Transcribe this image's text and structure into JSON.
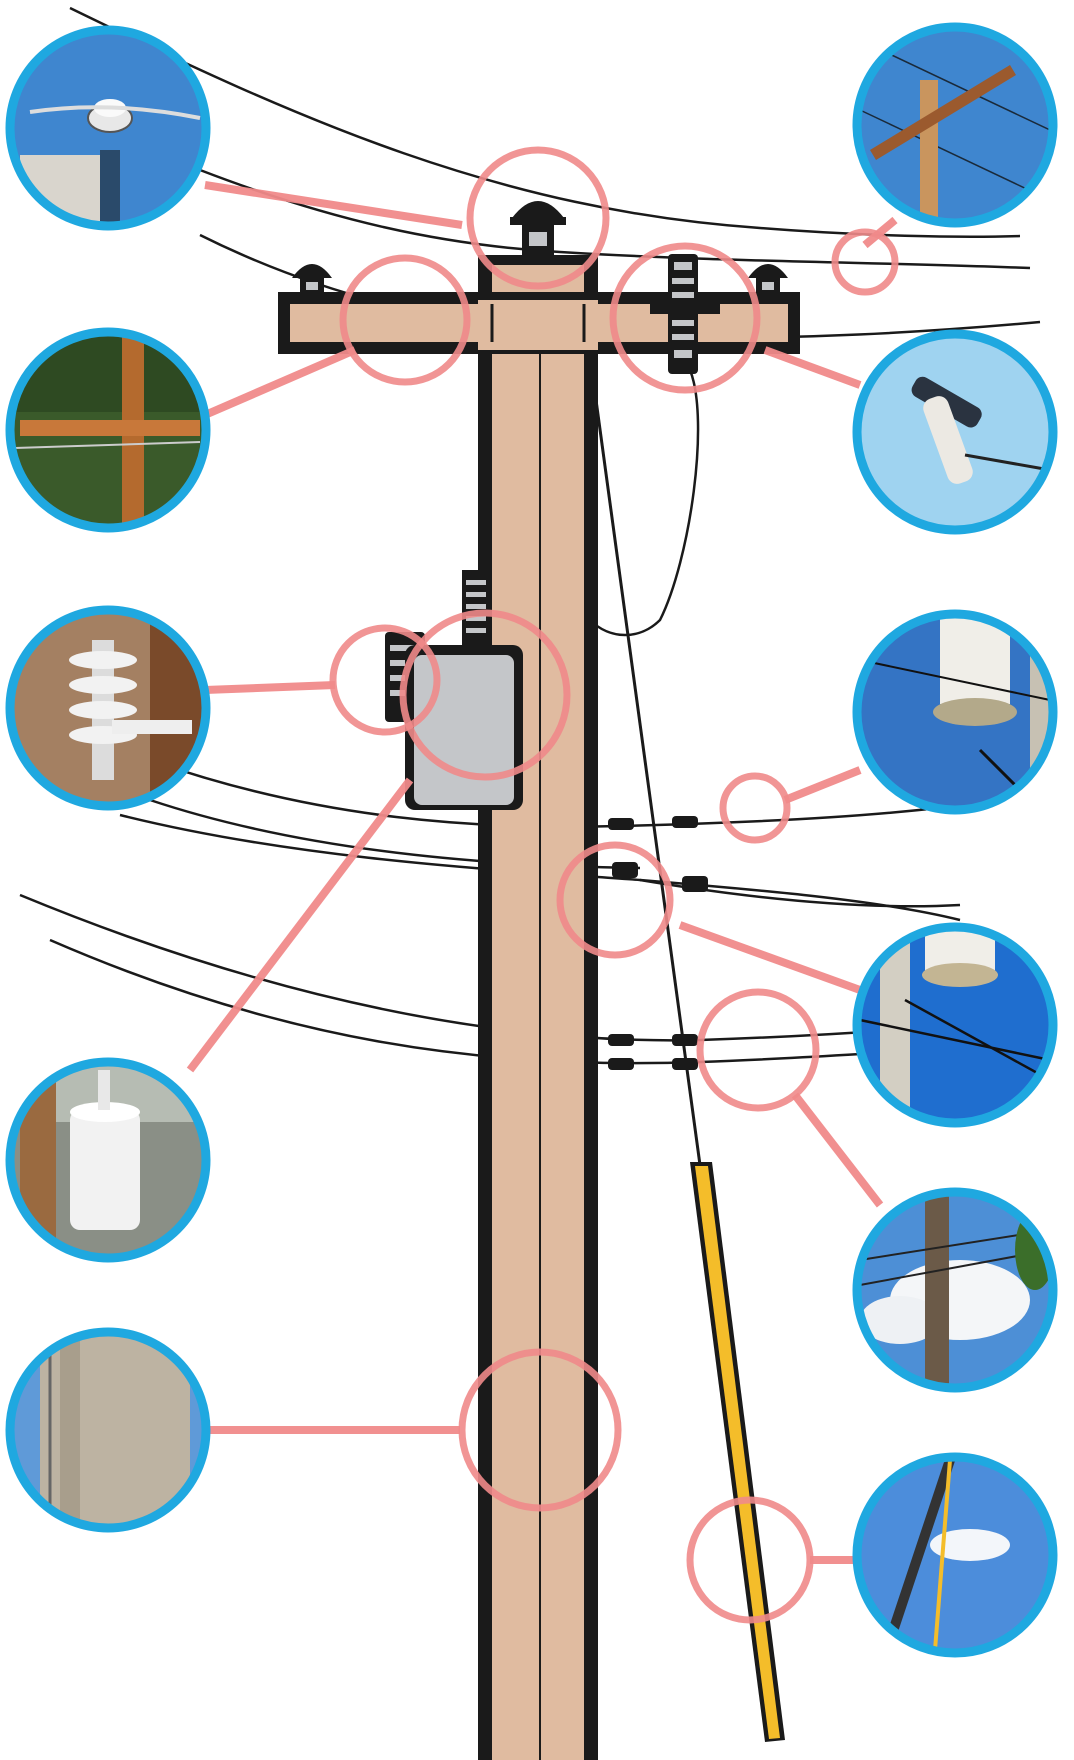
{
  "colors": {
    "pole_fill": "#e0bba0",
    "pole_outline": "#1a1a1a",
    "callout": "#f08a8a",
    "photo_frame": "#1fa8e0",
    "transformer": "#c4c6c9",
    "ground_rod": "#f4bd2a",
    "sky": "#3f86cf"
  },
  "photos": [
    {
      "name": "photo-pin-insulator",
      "depicts": "pin-insulator"
    },
    {
      "name": "photo-crossarm-top",
      "depicts": "crossarm"
    },
    {
      "name": "photo-crossarm",
      "depicts": "crossarm"
    },
    {
      "name": "photo-cutout-fuse",
      "depicts": "fuse-cutout"
    },
    {
      "name": "photo-lightning-arrester",
      "depicts": "surge-arrester"
    },
    {
      "name": "photo-transformer-bottom",
      "depicts": "transformer-bottom"
    },
    {
      "name": "photo-secondary-connectors",
      "depicts": "wire-connectors"
    },
    {
      "name": "photo-pole-mounted-transformer",
      "depicts": "transformer"
    },
    {
      "name": "photo-service-wires",
      "depicts": "service-drop-wires"
    },
    {
      "name": "photo-pole-surface",
      "depicts": "wood-pole"
    },
    {
      "name": "photo-guy-wire",
      "depicts": "guy-wire-guard"
    }
  ]
}
